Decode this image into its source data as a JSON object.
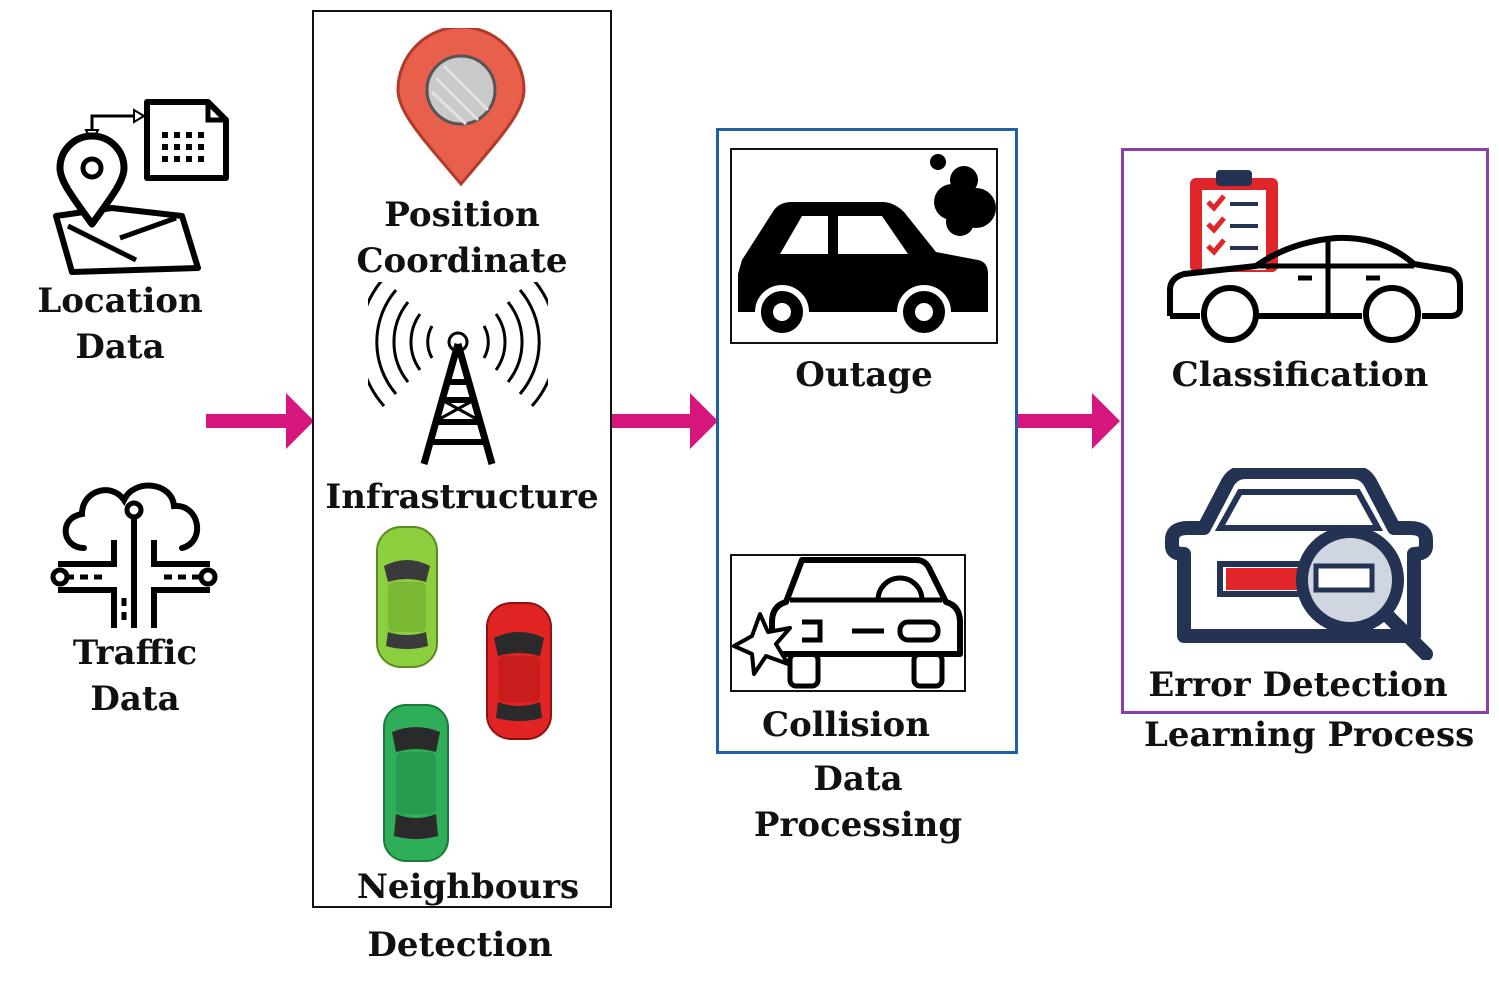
{
  "inputs": {
    "location": {
      "line1": "Location",
      "line2": "Data"
    },
    "traffic": {
      "line1": "Traffic",
      "line2": "Data"
    }
  },
  "detection": {
    "title": "Detection",
    "items": {
      "position_line1": "Position",
      "position_line2": "Coordinate",
      "infrastructure": "Infrastructure",
      "neighbours": "Neighbours"
    }
  },
  "processing": {
    "title_line1": "Data",
    "title_line2": "Processing",
    "items": {
      "outage": "Outage",
      "collision": "Collision"
    }
  },
  "learning": {
    "title": "Learning Process",
    "items": {
      "classification": "Classification",
      "error_detection": "Error Detection"
    }
  },
  "colors": {
    "arrow": "#d6167d",
    "detection_border": "#111111",
    "processing_border": "#1f5fa8",
    "learning_border": "#8b3fa8",
    "pin_red": "#e8604c",
    "car_light_green": "#8ccf3e",
    "car_red": "#e02424",
    "car_green": "#2fae5a",
    "navy": "#243353",
    "error_red": "#e0262b"
  }
}
